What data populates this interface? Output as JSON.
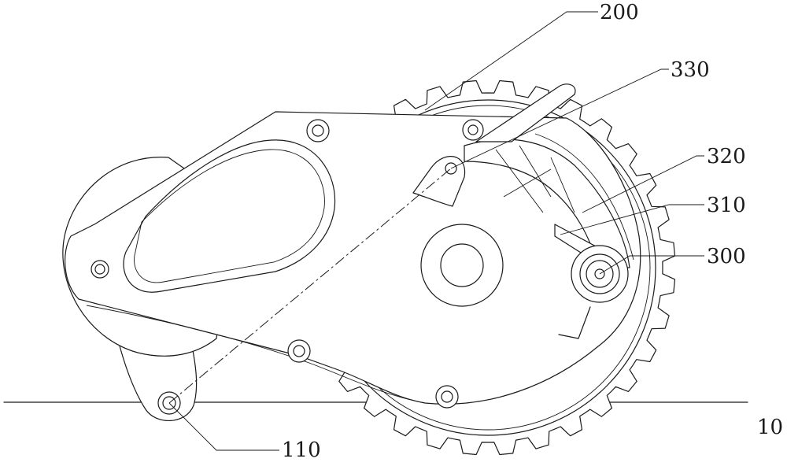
{
  "labels": {
    "ref_200": "200",
    "ref_330": "330",
    "ref_320": "320",
    "ref_310": "310",
    "ref_300": "300",
    "ref_110": "110",
    "ref_10": "10"
  }
}
